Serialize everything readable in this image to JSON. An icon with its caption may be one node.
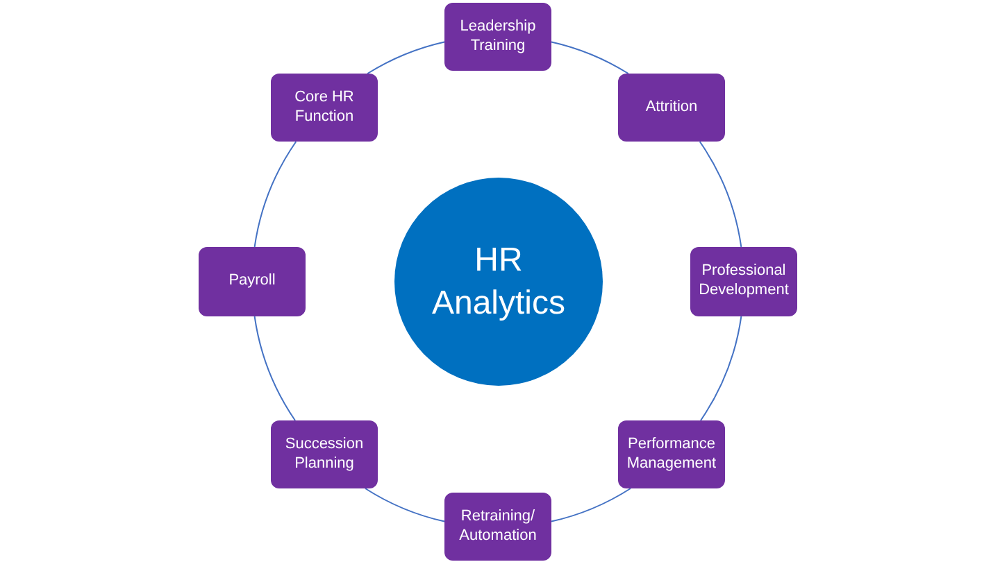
{
  "diagram": {
    "nodes": [
      {
        "text": [
          "HR Analytics"
        ]
      },
      {
        "text": [
          "Leadership Training"
        ]
      },
      {
        "text": [
          "Attrition"
        ]
      },
      {
        "text": [
          "Professional Development"
        ]
      },
      {
        "text": [
          "Performance Management"
        ]
      },
      {
        "text": [
          "Retraining/ Automation"
        ]
      },
      {
        "text": [
          "Succession Planning"
        ]
      },
      {
        "text": [
          "Payroll"
        ]
      },
      {
        "text": [
          "Core HR Function"
        ]
      }
    ],
    "edges": [
      {
        "from": 1,
        "to": 2,
        "arrow": "none"
      },
      {
        "from": 2,
        "to": 3,
        "arrow": "none"
      },
      {
        "from": 3,
        "to": 4,
        "arrow": "none"
      },
      {
        "from": 4,
        "to": 5,
        "arrow": "none"
      },
      {
        "from": 5,
        "to": 6,
        "arrow": "none"
      },
      {
        "from": 6,
        "to": 7,
        "arrow": "none"
      },
      {
        "from": 7,
        "to": 8,
        "arrow": "none"
      },
      {
        "from": 8,
        "to": 1,
        "arrow": "none"
      }
    ]
  }
}
